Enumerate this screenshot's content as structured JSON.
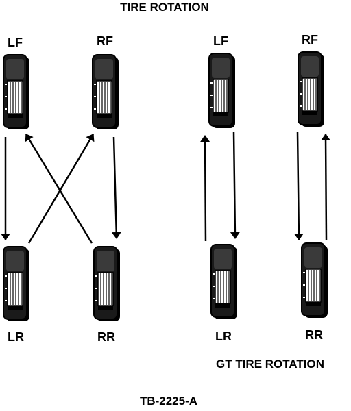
{
  "titles": {
    "main": "TIRE ROTATION",
    "gt": "GT TIRE ROTATION",
    "figure_id": "TB-2225-A"
  },
  "standard": {
    "lf": "LF",
    "rf": "RF",
    "lr": "LR",
    "rr": "RR"
  },
  "gt": {
    "lf": "LF",
    "rf": "RF",
    "lr": "LR",
    "rr": "RR"
  },
  "colors": {
    "ink": "#000000",
    "paper": "#ffffff"
  }
}
